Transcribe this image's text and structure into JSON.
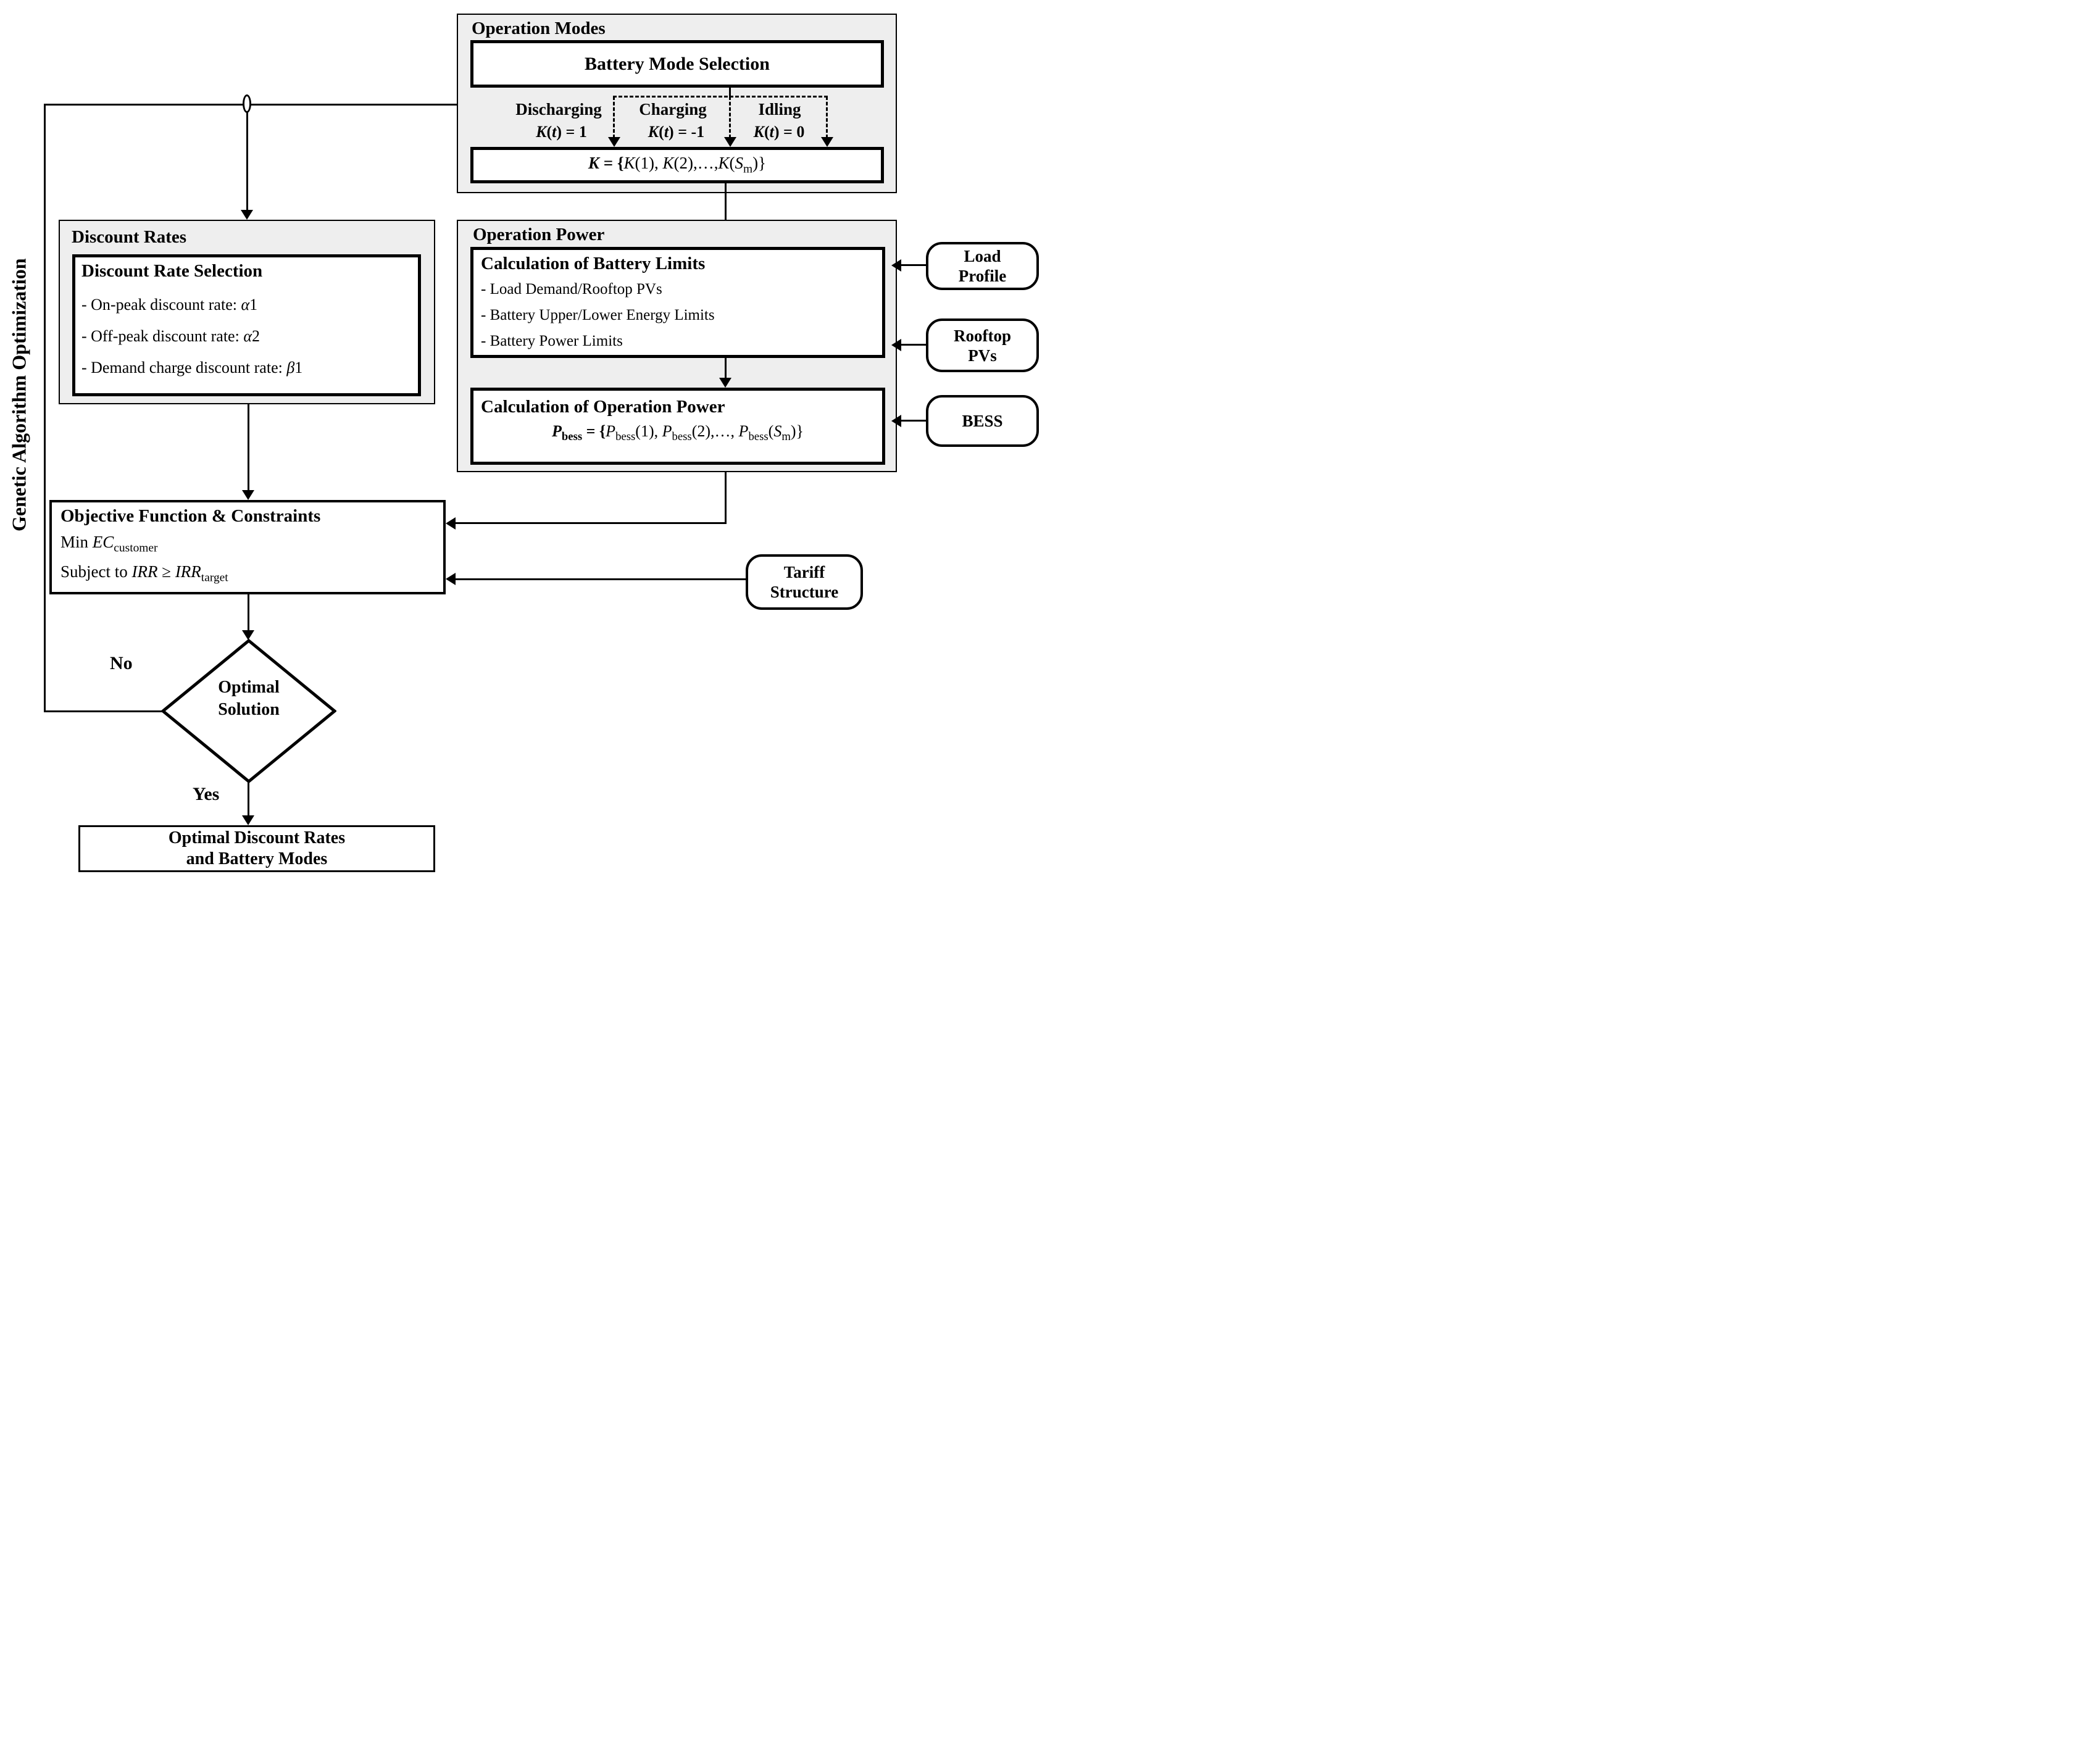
{
  "ga_label": "Genetic Algorithm Optimization",
  "colors": {
    "panel_fill": "#eeeeee",
    "box_fill": "#ffffff",
    "line": "#000000"
  },
  "operation_modes": {
    "title": "Operation Modes",
    "selection_box": "Battery Mode Selection",
    "modes": [
      {
        "name": "Discharging",
        "value": [
          {
            "t": "K",
            "s": "bi"
          },
          {
            "t": "(",
            "s": "b"
          },
          {
            "t": "t",
            "s": "bi"
          },
          {
            "t": ") = 1",
            "s": "b"
          }
        ]
      },
      {
        "name": "Charging",
        "value": [
          {
            "t": "K",
            "s": "bi"
          },
          {
            "t": "(",
            "s": "b"
          },
          {
            "t": "t",
            "s": "bi"
          },
          {
            "t": ") = -1",
            "s": "b"
          }
        ]
      },
      {
        "name": "Idling",
        "value": [
          {
            "t": "K",
            "s": "bi"
          },
          {
            "t": "(",
            "s": "b"
          },
          {
            "t": "t",
            "s": "bi"
          },
          {
            "t": ") = 0",
            "s": "b"
          }
        ]
      }
    ],
    "k_set": [
      {
        "t": "K",
        "s": "bi"
      },
      {
        "t": " = {",
        "s": "b"
      },
      {
        "t": "K",
        "s": "i"
      },
      {
        "t": "(1), ",
        "s": "n"
      },
      {
        "t": "K",
        "s": "i"
      },
      {
        "t": "(2),…,",
        "s": "n"
      },
      {
        "t": "K",
        "s": "i"
      },
      {
        "t": "(",
        "s": "n"
      },
      {
        "t": "S",
        "s": "i"
      },
      {
        "t": "m",
        "s": "sub"
      },
      {
        "t": ")}",
        "s": "n"
      }
    ]
  },
  "discount_rates": {
    "title": "Discount Rates",
    "selection_title": "Discount Rate Selection",
    "items": [
      [
        {
          "t": "- On-peak discount rate: ",
          "s": "n"
        },
        {
          "t": "α",
          "s": "i"
        },
        {
          "t": "1",
          "s": "n"
        }
      ],
      [
        {
          "t": "- Off-peak discount rate: ",
          "s": "n"
        },
        {
          "t": "α",
          "s": "i"
        },
        {
          "t": "2",
          "s": "n"
        }
      ],
      [
        {
          "t": "- Demand charge discount rate: ",
          "s": "n"
        },
        {
          "t": "β",
          "s": "i"
        },
        {
          "t": "1",
          "s": "n"
        }
      ]
    ]
  },
  "operation_power": {
    "title": "Operation Power",
    "battery_limits": {
      "title": "Calculation of Battery Limits",
      "items": [
        "- Load Demand/Rooftop PVs",
        "- Battery Upper/Lower Energy Limits",
        "- Battery Power Limits"
      ]
    },
    "power_calc": {
      "title": "Calculation of Operation Power",
      "formula": [
        {
          "t": "P",
          "s": "bi"
        },
        {
          "t": "bess",
          "s": "bsub"
        },
        {
          "t": " = {",
          "s": "b"
        },
        {
          "t": "P",
          "s": "i"
        },
        {
          "t": "bess",
          "s": "sub"
        },
        {
          "t": "(1), ",
          "s": "n"
        },
        {
          "t": "P",
          "s": "i"
        },
        {
          "t": "bess",
          "s": "sub"
        },
        {
          "t": "(2),…, ",
          "s": "n"
        },
        {
          "t": "P",
          "s": "i"
        },
        {
          "t": "bess",
          "s": "sub"
        },
        {
          "t": "(",
          "s": "n"
        },
        {
          "t": "S",
          "s": "i"
        },
        {
          "t": "m",
          "s": "sub"
        },
        {
          "t": ")}",
          "s": "n"
        }
      ]
    }
  },
  "objective": {
    "title": "Objective Function & Constraints",
    "line1": [
      {
        "t": "Min ",
        "s": "n"
      },
      {
        "t": "EC",
        "s": "i"
      },
      {
        "t": "customer",
        "s": "sub"
      }
    ],
    "line2": [
      {
        "t": "Subject to ",
        "s": "n"
      },
      {
        "t": "IRR",
        "s": "i"
      },
      {
        "t": " ≥ ",
        "s": "n"
      },
      {
        "t": "IRR",
        "s": "i"
      },
      {
        "t": "target",
        "s": "sub"
      }
    ]
  },
  "decision": {
    "label_line1": "Optimal",
    "label_line2": "Solution",
    "no": "No",
    "yes": "Yes"
  },
  "result": {
    "line1": "Optimal Discount Rates",
    "line2": "and Battery Modes"
  },
  "inputs": {
    "load_profile": {
      "line1": "Load",
      "line2": "Profile"
    },
    "rooftop_pvs": {
      "line1": "Rooftop",
      "line2": "PVs"
    },
    "bess": {
      "line1": "BESS"
    },
    "tariff": {
      "line1": "Tariff",
      "line2": "Structure"
    }
  }
}
